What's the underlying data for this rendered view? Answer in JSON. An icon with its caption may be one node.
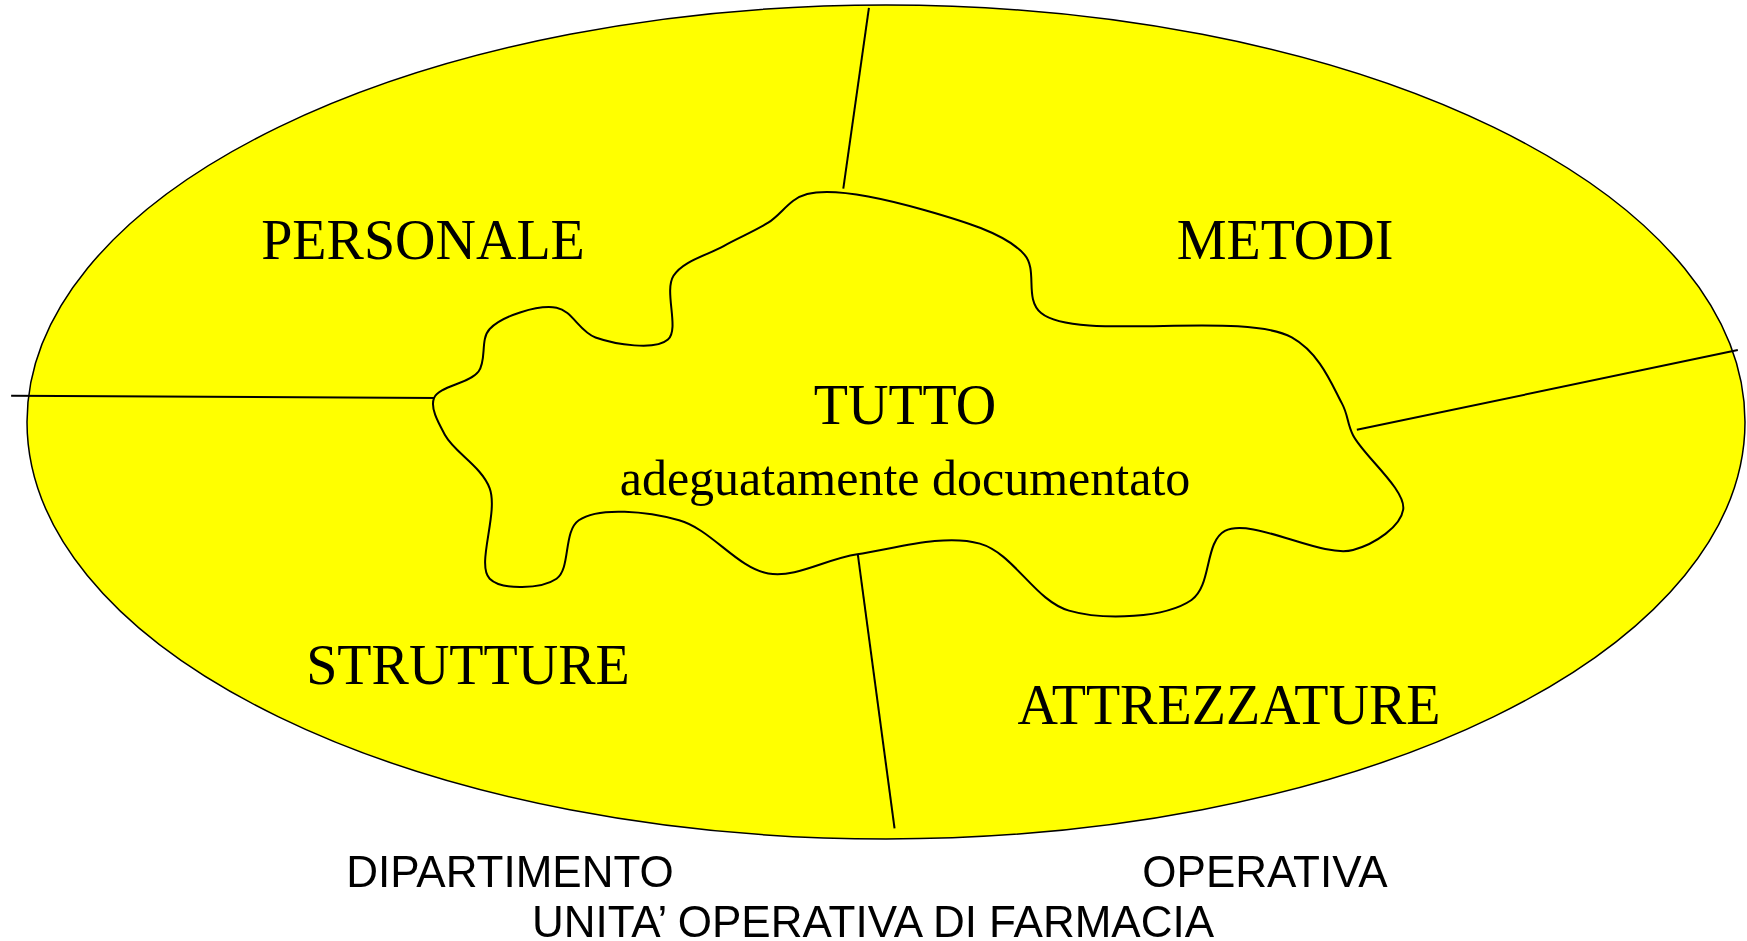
{
  "diagram": {
    "nodes": [
      {
        "text": [
          "PERSONALE",
          "METODI",
          "STRUTTURE",
          "ATTREZZATURE"
        ]
      },
      {
        "text": [
          "TUTTO",
          "adeguatamente documentato"
        ],
        "in": 0
      }
    ],
    "labels": [
      "DIPARTIMENTO",
      "OPERATIVA",
      "UNITA’ OPERATIVA DI FARMACIA"
    ]
  }
}
